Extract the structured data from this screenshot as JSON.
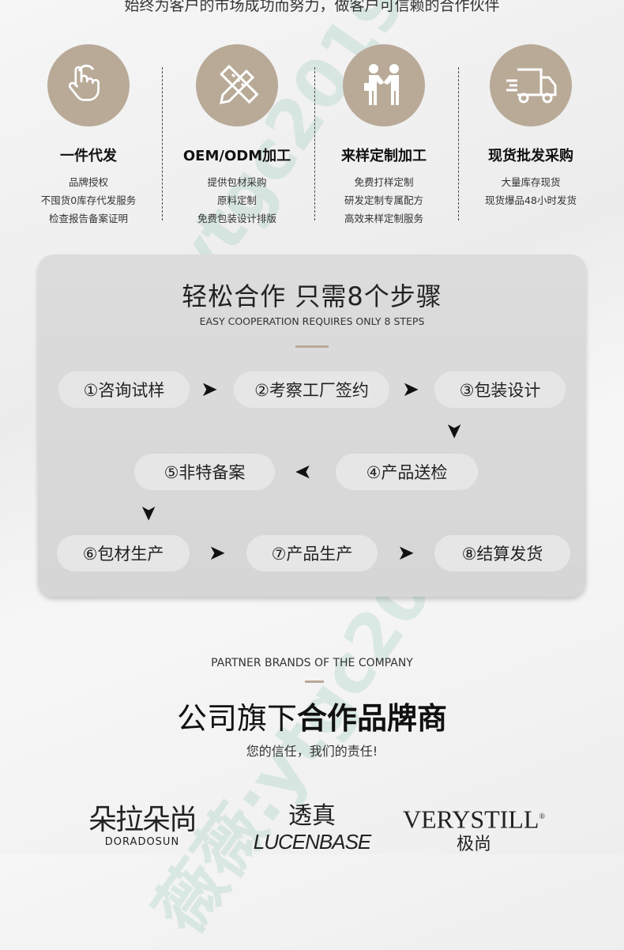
{
  "tagline": "始终为客户的市场成功而努力，做客户可信赖的合作伙伴",
  "services": [
    {
      "icon": "pointer-hand-icon",
      "title": "一件代发",
      "lines": [
        "品牌授权",
        "不囤货0库存代发服务",
        "检查报告备案证明"
      ]
    },
    {
      "icon": "ruler-pencil-icon",
      "title": "OEM/ODM加工",
      "lines": [
        "提供包材采购",
        "原料定制",
        "免费包装设计排版"
      ]
    },
    {
      "icon": "handshake-delivery-icon",
      "title": "来样定制加工",
      "lines": [
        "免费打样定制",
        "研发定制专属配方",
        "高效来样定制服务"
      ]
    },
    {
      "icon": "delivery-truck-icon",
      "title": "现货批发采购",
      "lines": [
        "大量库存现货",
        "现货爆品48小时发货"
      ]
    }
  ],
  "steps_card": {
    "title": "轻松合作 只需8个步骤",
    "subtitle": "EASY COOPERATION REQUIRES ONLY 8 STEPS",
    "steps": [
      "①咨询试样",
      "②考察工厂签约",
      "③包装设计",
      "④产品送检",
      "⑤非特备案",
      "⑥包材生产",
      "⑦产品生产",
      "⑧结算发货"
    ]
  },
  "partners": {
    "subtitle_en": "PARTNER BRANDS OF THE COMPANY",
    "title_light": "公司旗下",
    "title_bold": "合作品牌商",
    "slogan": "您的信任，我们的责任!",
    "brands": [
      {
        "cn": "朵拉朵尚",
        "en": "DORADOSUN"
      },
      {
        "cn": "透真",
        "en": "LUCENBASE"
      },
      {
        "en": "VERYSTILL",
        "mark": "®",
        "cn": "极尚"
      }
    ]
  },
  "watermark": "薇薇:ytgc2019",
  "colors": {
    "accent": "#b9aa98",
    "card": "#d9d9d9",
    "pill": "#e6e6e6"
  }
}
